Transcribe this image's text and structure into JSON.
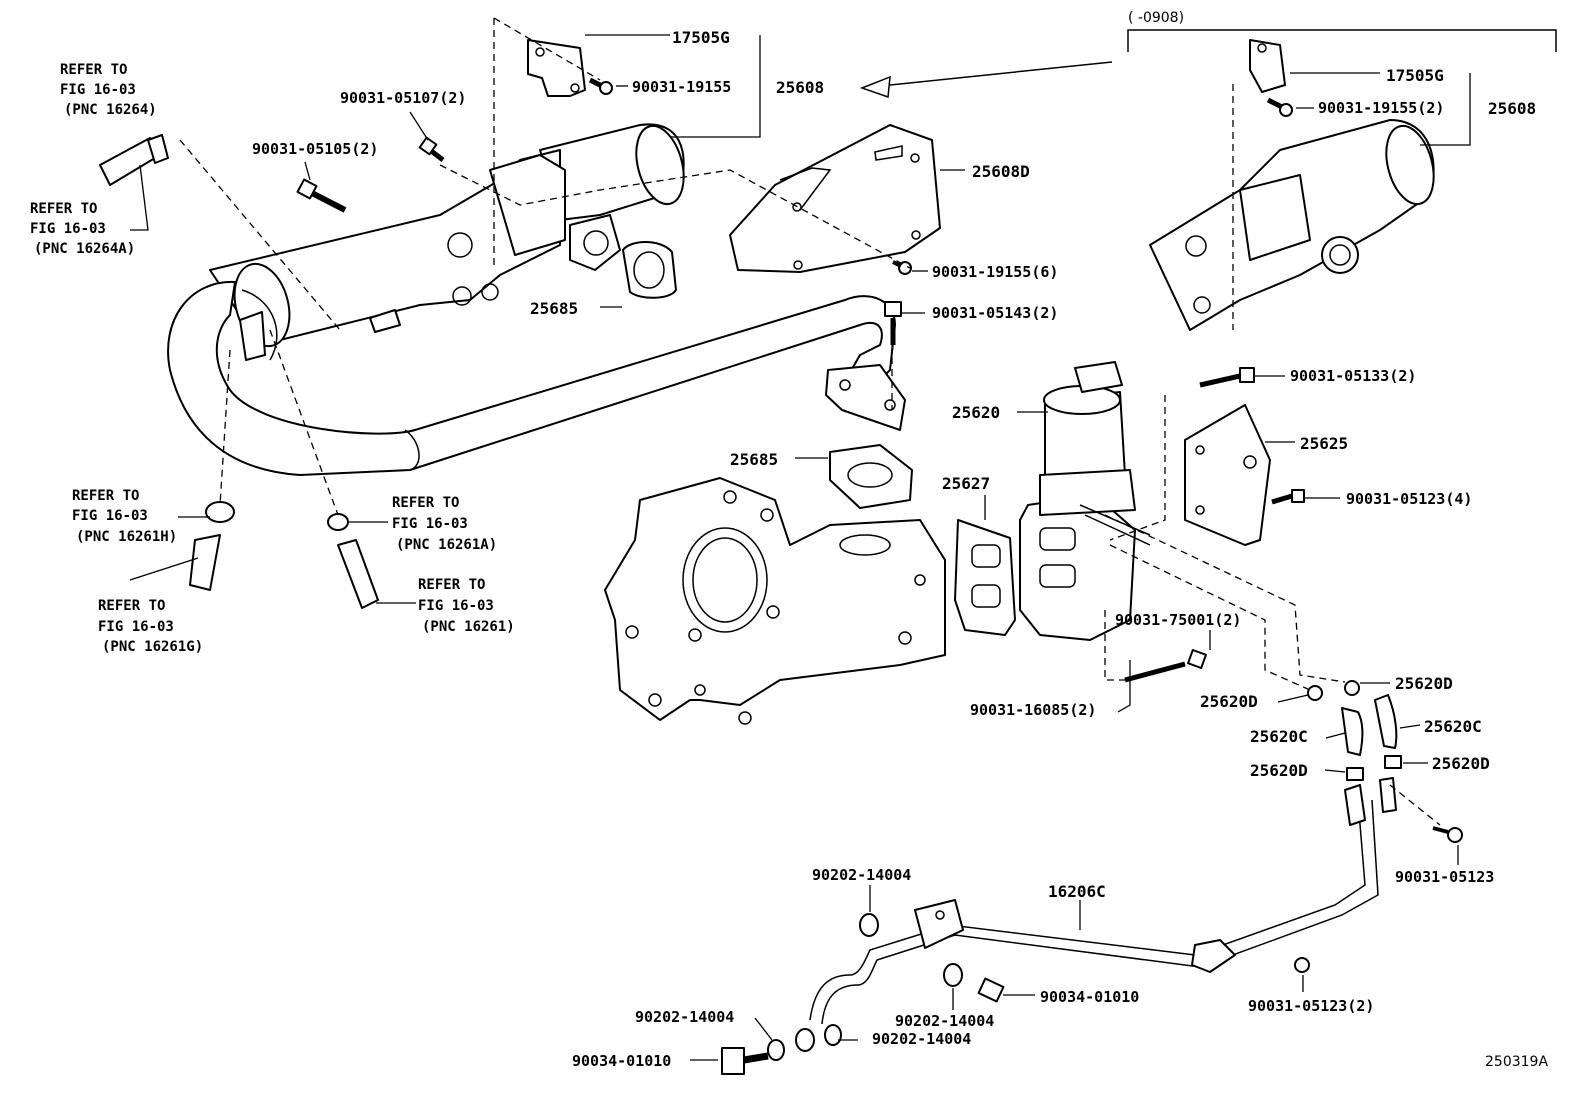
{
  "variant_note": "(      -0908)",
  "figure_id": "250319A",
  "refer_notes": [
    {
      "line1": "REFER TO",
      "line2": "FIG 16-03",
      "line3": "(PNC 16264)"
    },
    {
      "line1": "REFER TO",
      "line2": "FIG 16-03",
      "line3": "(PNC 16264A)"
    },
    {
      "line1": "REFER TO",
      "line2": "FIG 16-03",
      "line3": "(PNC 16261H)"
    },
    {
      "line1": "REFER TO",
      "line2": "FIG 16-03",
      "line3": "(PNC 16261A)"
    },
    {
      "line1": "REFER TO",
      "line2": "FIG 16-03",
      "line3": "(PNC 16261G)"
    },
    {
      "line1": "REFER TO",
      "line2": "FIG 16-03",
      "line3": "(PNC 16261)"
    }
  ],
  "callouts": {
    "c17505g_a": "17505G",
    "c25608_a": "25608",
    "c19155_a": "90031-19155",
    "c05107": "90031-05107(2)",
    "c05105": "90031-05105(2)",
    "c25608d": "25608D",
    "c19155_6": "90031-19155(6)",
    "c05143": "90031-05143(2)",
    "c25685_a": "25685",
    "c25685_b": "25685",
    "c17505g_b": "17505G",
    "c19155_2": "90031-19155(2)",
    "c25608_b": "25608",
    "c05133": "90031-05133(2)",
    "c25620": "25620",
    "c25625": "25625",
    "c25627": "25627",
    "c05123_4": "90031-05123(4)",
    "c75001": "90031-75001(2)",
    "c16085": "90031-16085(2)",
    "c25620d_a": "25620D",
    "c25620d_b": "25620D",
    "c25620c_a": "25620C",
    "c25620c_b": "25620C",
    "c25620d_c": "25620D",
    "c25620d_d": "25620D",
    "c05123_a": "90031-05123",
    "c14004_a": "90202-14004",
    "c16206c": "16206C",
    "c14004_b": "90202-14004",
    "c01010_a": "90034-01010",
    "c14004_c": "90202-14004",
    "c14004_d": "90202-14004",
    "c05123_2": "90031-05123(2)",
    "c01010_b": "90034-01010"
  }
}
